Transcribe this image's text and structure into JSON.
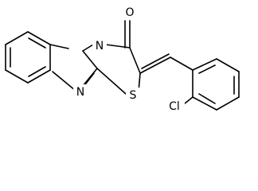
{
  "molecule": {
    "atoms": {
      "oxygen": "O",
      "nitrogen_ring": "N",
      "nitrogen_imine": "N",
      "sulfur": "S",
      "chlorine": "Cl"
    }
  },
  "colors": {
    "stroke": "#000000",
    "background": "#ffffff"
  }
}
